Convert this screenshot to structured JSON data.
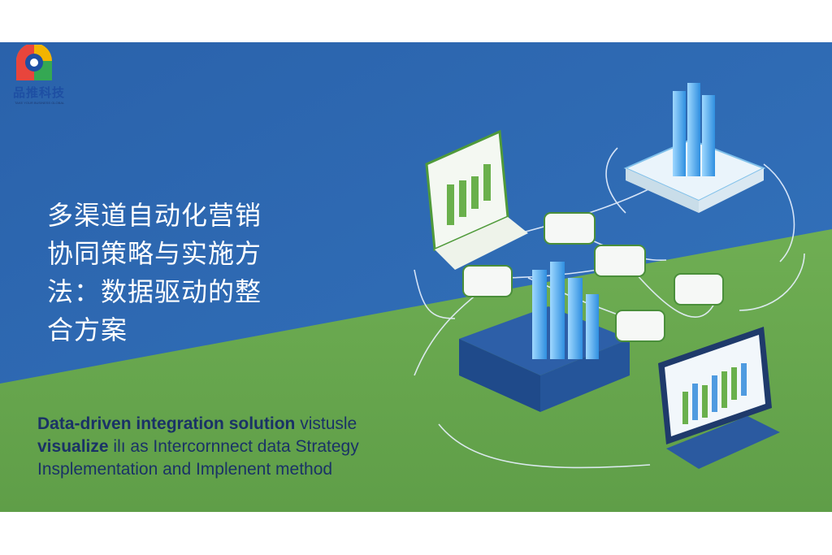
{
  "brand": {
    "name_cn": "品推科技",
    "tagline": "TAKE YOUR BUSINESS GLOBAL"
  },
  "headline": {
    "line1": "多渠道自动化营销",
    "line2": "协同策略与实施方",
    "line3": "法：数据驱动的整",
    "line4": "合方案"
  },
  "subtitle": {
    "line1_bold": "Data-driven integration solution",
    "line1_rest": " vistusle",
    "line2_bold": "visualize",
    "line2_rest": " ilı as Intercornnect data Strategy",
    "line3": "Insplementation and Implenent method"
  },
  "colors": {
    "blue_bg": "#2f6db3",
    "green_bg": "#6aa84f",
    "brand_blue": "#1e4fa3",
    "text_dark": "#1a3266"
  }
}
